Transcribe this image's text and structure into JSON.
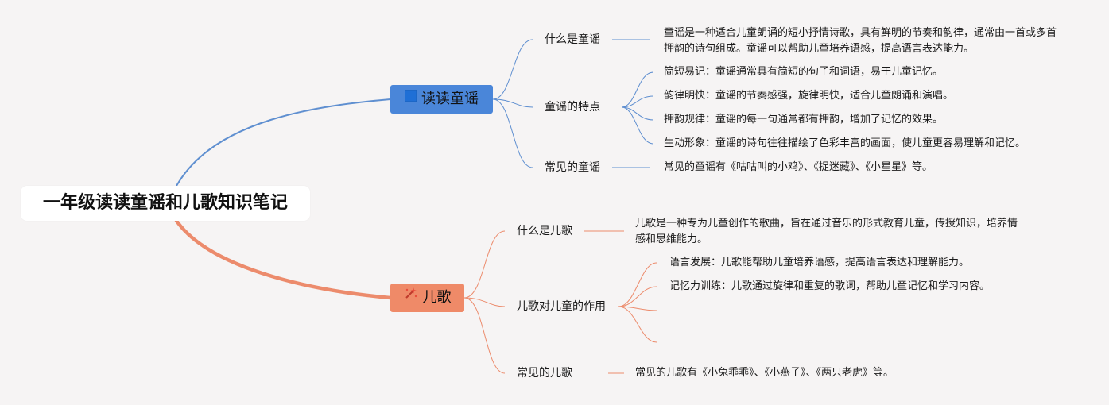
{
  "root": {
    "label": "一年级读读童谣和儿歌知识笔记"
  },
  "colors": {
    "blue": "#4a86d9",
    "blue_line": "#5f8fd0",
    "orange": "#ef8a68",
    "orange_line": "#ec8b6c",
    "background": "#f6f4f4"
  },
  "branches": [
    {
      "label": "读读童谣",
      "icon": "blue-square-icon",
      "children": [
        {
          "label": "什么是童谣",
          "details": [
            "童谣是一种适合儿童朗诵的短小抒情诗歌，具有鲜明的节奏和韵律，通常由一首或多首押韵的诗句组成。童谣可以帮助儿童培养语感，提高语言表达能力。"
          ]
        },
        {
          "label": "童谣的特点",
          "details": [
            "简短易记：童谣通常具有简短的句子和词语，易于儿童记忆。",
            "韵律明快：童谣的节奏感强，旋律明快，适合儿童朗诵和演唱。",
            "押韵规律：童谣的每一句通常都有押韵，增加了记忆的效果。",
            "生动形象：童谣的诗句往往描绘了色彩丰富的画面，使儿童更容易理解和记忆。"
          ]
        },
        {
          "label": "常见的童谣",
          "details": [
            "常见的童谣有《咕咕叫的小鸡》、《捉迷藏》、《小星星》等。"
          ]
        }
      ]
    },
    {
      "label": "儿歌",
      "icon": "magic-wand-icon",
      "children": [
        {
          "label": "什么是儿歌",
          "details": [
            "儿歌是一种专为儿童创作的歌曲，旨在通过音乐的形式教育儿童，传授知识，培养情感和思维能力。"
          ]
        },
        {
          "label": "儿歌对儿童的作用",
          "details": [
            "语言发展：儿歌能帮助儿童培养语感，提高语言表达和理解能力。",
            "记忆力训练：儿歌通过旋律和重复的歌词，帮助儿童记忆和学习内容。"
          ]
        },
        {
          "label": "常见的儿歌",
          "details": [
            "常见的儿歌有《小兔乖乖》、《小燕子》、《两只老虎》等。"
          ]
        }
      ]
    }
  ]
}
